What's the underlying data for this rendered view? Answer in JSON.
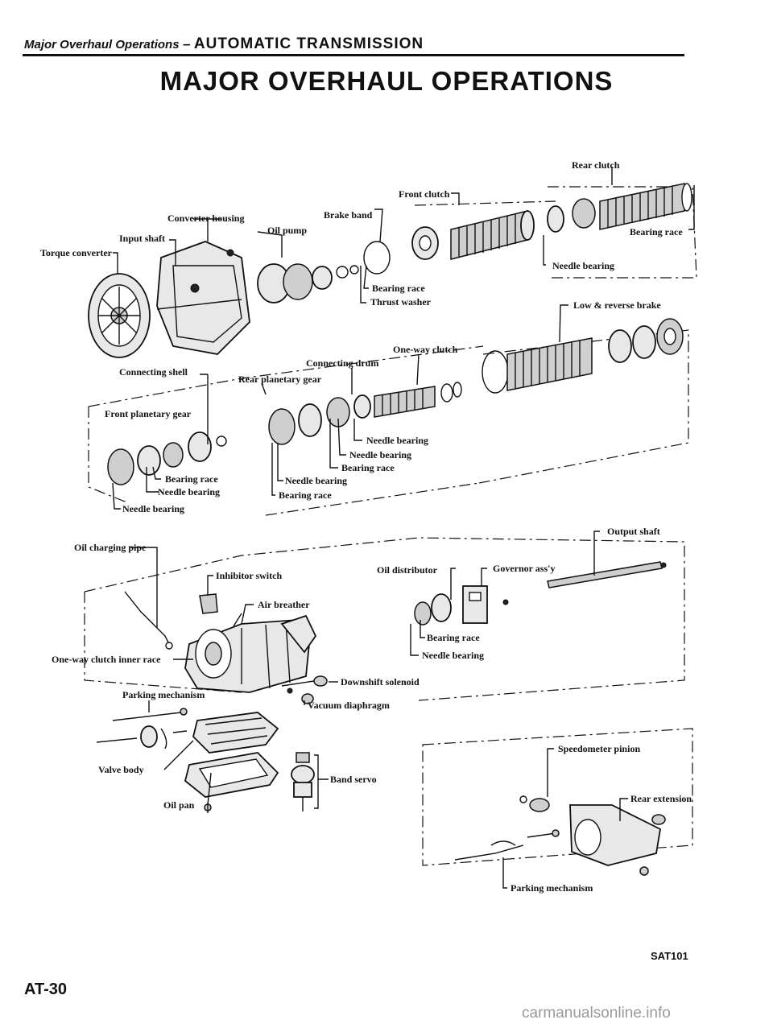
{
  "header": {
    "section": "Major Overhaul Operations",
    "dash": "–",
    "title": "AUTOMATIC TRANSMISSION"
  },
  "main_title": "MAJOR OVERHAUL OPERATIONS",
  "labels": {
    "rear_clutch": "Rear clutch",
    "front_clutch": "Front clutch",
    "converter_housing": "Converter housing",
    "brake_band": "Brake band",
    "oil_pump": "Oil pump",
    "input_shaft": "Input shaft",
    "torque_converter": "Torque converter",
    "bearing_race_rear_clutch": "Bearing race",
    "needle_bearing_rear_clutch": "Needle bearing",
    "bearing_race_pump": "Bearing race",
    "thrust_washer": "Thrust washer",
    "low_reverse_brake": "Low & reverse brake",
    "one_way_clutch": "One-way clutch",
    "connecting_drum": "Connecting drum",
    "connecting_shell": "Connecting shell",
    "rear_planetary_gear": "Rear planetary gear",
    "front_planetary_gear": "Front planetary gear",
    "needle_bearing_a": "Needle bearing",
    "needle_bearing_b": "Needle bearing",
    "bearing_race_a": "Bearing race",
    "needle_bearing_c": "Needle bearing",
    "bearing_race_b": "Bearing race",
    "bearing_race_front": "Bearing race",
    "needle_bearing_front_a": "Needle bearing",
    "needle_bearing_front_b": "Needle bearing",
    "output_shaft": "Output shaft",
    "oil_charging_pipe": "Oil charging pipe",
    "inhibitor_switch": "Inhibitor switch",
    "oil_distributor": "Oil distributor",
    "governor_assy": "Governor ass'y",
    "air_breather": "Air breather",
    "bearing_race_dist": "Bearing race",
    "needle_bearing_dist": "Needle bearing",
    "one_way_clutch_inner_race": "One-way clutch inner race",
    "downshift_solenoid": "Downshift solenoid",
    "parking_mechanism_top": "Parking mechanism",
    "vacuum_diaphragm": "Vacuum diaphragm",
    "speedometer_pinion": "Speedometer pinion",
    "valve_body": "Valve body",
    "band_servo": "Band servo",
    "rear_extension": "Rear extension",
    "oil_pan": "Oil pan",
    "parking_mechanism_bottom": "Parking mechanism"
  },
  "figure_code": "SAT101",
  "page_number": "AT-30",
  "watermark": "carmanualsonline.info"
}
